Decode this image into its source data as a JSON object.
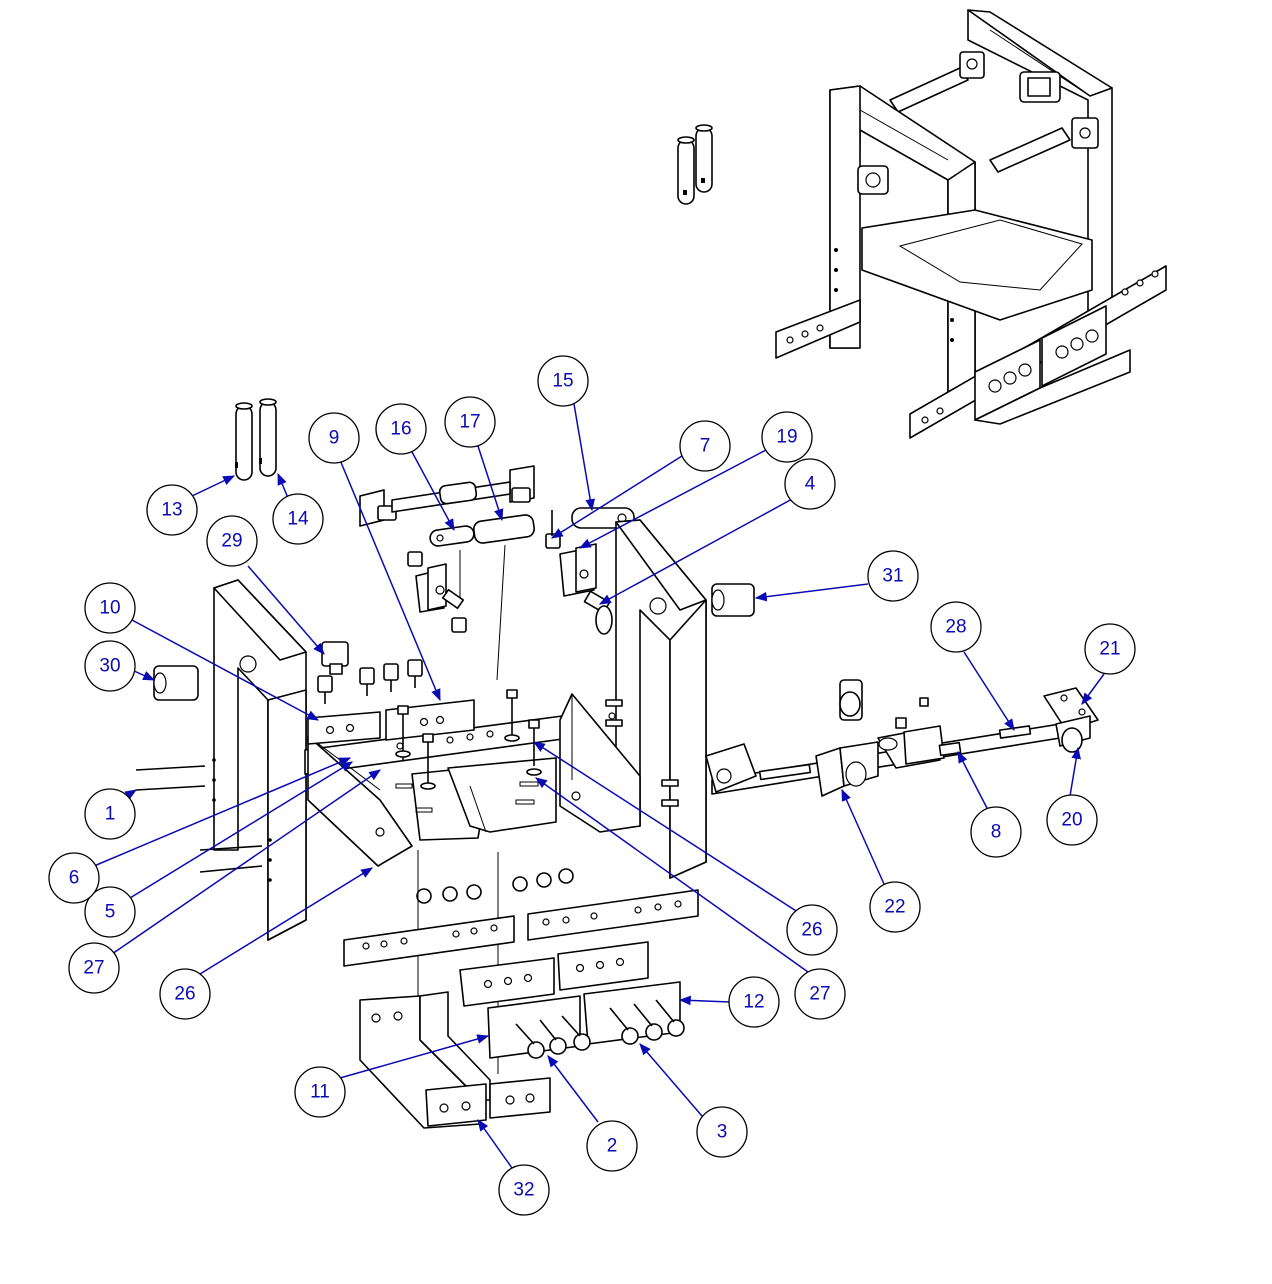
{
  "diagram": {
    "line_color": "#000000",
    "callout_text_color": "#0a0ab4",
    "leader_color": "#0a0ab4",
    "callouts": [
      {
        "label": "1"
      },
      {
        "label": "2"
      },
      {
        "label": "3"
      },
      {
        "label": "4"
      },
      {
        "label": "5"
      },
      {
        "label": "6"
      },
      {
        "label": "7"
      },
      {
        "label": "8"
      },
      {
        "label": "9"
      },
      {
        "label": "10"
      },
      {
        "label": "11"
      },
      {
        "label": "12"
      },
      {
        "label": "13"
      },
      {
        "label": "14"
      },
      {
        "label": "15"
      },
      {
        "label": "16"
      },
      {
        "label": "17"
      },
      {
        "label": "19"
      },
      {
        "label": "20"
      },
      {
        "label": "21"
      },
      {
        "label": "22"
      },
      {
        "label": "26"
      },
      {
        "label": "26"
      },
      {
        "label": "27"
      },
      {
        "label": "27"
      },
      {
        "label": "28"
      },
      {
        "label": "29"
      },
      {
        "label": "30"
      },
      {
        "label": "31"
      },
      {
        "label": "32"
      }
    ]
  }
}
